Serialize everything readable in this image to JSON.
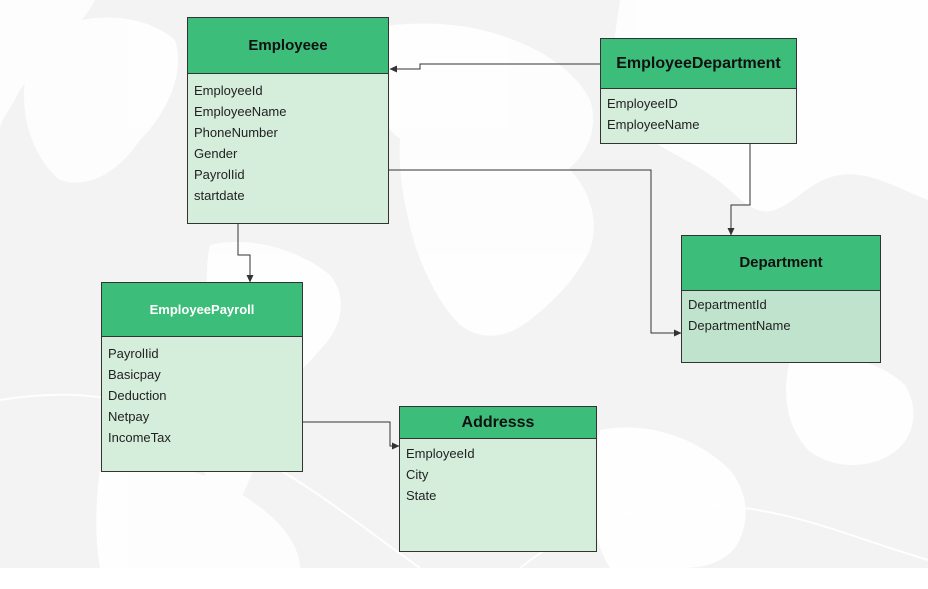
{
  "colors": {
    "header_fill": "#3dbd7a",
    "body_fill": "#d5eddb",
    "department_body_fill": "#bfe3cc",
    "border": "#333333",
    "background": "#f3f3f3"
  },
  "entities": [
    {
      "id": "employee",
      "title": "Employeee",
      "fields": [
        "EmployeeId",
        "EmployeeName",
        "PhoneNumber",
        "Gender",
        "PayrolIid",
        "startdate"
      ]
    },
    {
      "id": "empdept",
      "title": "EmployeeDepartment",
      "fields": [
        "EmployeeID",
        "EmployeeName"
      ]
    },
    {
      "id": "department",
      "title": "Department",
      "fields": [
        "DepartmentId",
        "DepartmentName"
      ]
    },
    {
      "id": "payroll",
      "title": "EmployeePayroll",
      "fields": [
        "PayrolIid",
        "Basicpay",
        "Deduction",
        "Netpay",
        "IncomeTax"
      ]
    },
    {
      "id": "address",
      "title": "Addresss",
      "fields": [
        "EmployeeId",
        "City",
        "State"
      ]
    }
  ],
  "edges": [
    {
      "from": "empdept",
      "to": "employee"
    },
    {
      "from": "employee",
      "to": "department"
    },
    {
      "from": "empdept",
      "to": "department"
    },
    {
      "from": "employee",
      "to": "payroll"
    },
    {
      "from": "payroll",
      "to": "address"
    }
  ]
}
